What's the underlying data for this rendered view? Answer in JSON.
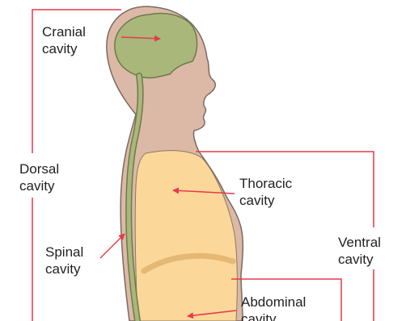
{
  "labels": {
    "cranial": [
      "Cranial",
      "cavity"
    ],
    "dorsal": [
      "Dorsal",
      "cavity"
    ],
    "thoracic": [
      "Thoracic",
      "cavity"
    ],
    "spinal": [
      "Spinal",
      "cavity"
    ],
    "ventral": [
      "Ventral",
      "cavity"
    ],
    "abdominal": [
      "Abdominal",
      "cavity"
    ]
  },
  "colors": {
    "skin": "#dcb9a6",
    "skin_outline": "#7a6a62",
    "brain": "#a9b77a",
    "cord": "#a9b77a",
    "thoracic": "#fbd79a",
    "diaphragm": "#e5b873",
    "line": "#e63a4a",
    "text": "#222222"
  }
}
